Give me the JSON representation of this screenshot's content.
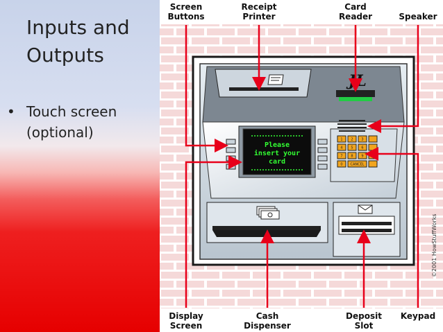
{
  "slide": {
    "title_line1": "Inputs and",
    "title_line2": "Outputs",
    "bullet_marker": "•",
    "bullet_line1": "Touch screen",
    "bullet_line2": "(optional)"
  },
  "diagram": {
    "labels": {
      "screen_buttons_1": "Screen",
      "screen_buttons_2": "Buttons",
      "receipt_printer_1": "Receipt",
      "receipt_printer_2": "Printer",
      "card_reader_1": "Card",
      "card_reader_2": "Reader",
      "speaker": "Speaker",
      "display_screen_1": "Display",
      "display_screen_2": "Screen",
      "cash_dispenser_1": "Cash",
      "cash_dispenser_2": "Dispenser",
      "deposit_slot_1": "Deposit",
      "deposit_slot_2": "Slot",
      "keypad": "Keypad"
    },
    "screen_message": [
      "Please",
      "insert your",
      "card"
    ],
    "keypad_keys": [
      "1",
      "2",
      "3",
      "4",
      "5",
      "6",
      "7",
      "8",
      "9",
      "0",
      "CANCEL"
    ],
    "copyright": "©2001 HowStuffWorks",
    "colors": {
      "arrow": "#e8001a",
      "brick": "#f4d6d6",
      "mortar": "#ffffff",
      "panel": "#d4dde6",
      "screen_text": "#33ff33"
    }
  }
}
